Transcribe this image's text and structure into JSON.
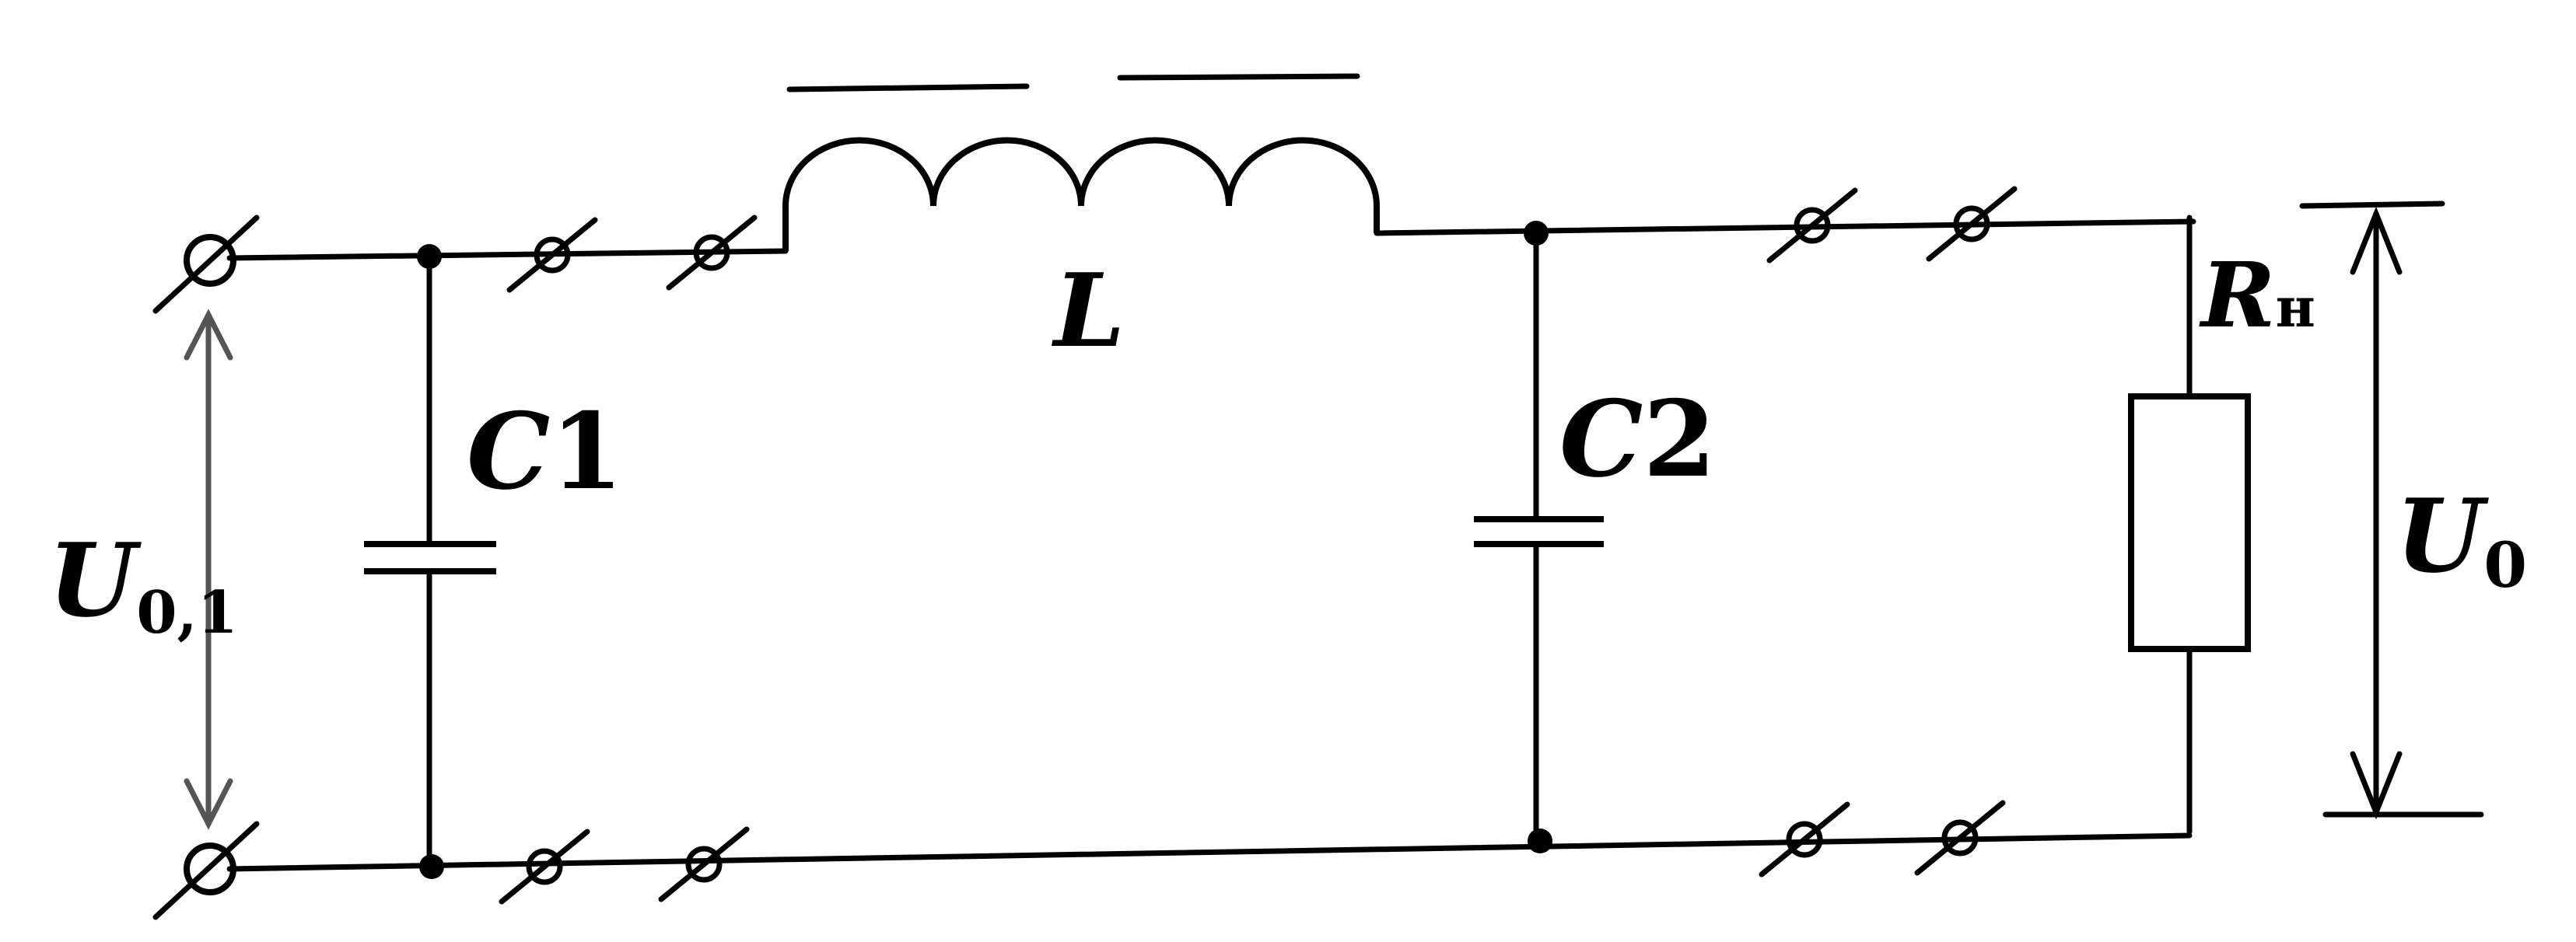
{
  "labels": {
    "inductor": "L",
    "cap1_letter": "C",
    "cap1_num": "1",
    "cap2_letter": "C",
    "cap2_num": "2",
    "load_letter": "R",
    "load_sub": "н",
    "input_voltage": "U",
    "input_voltage_sub": "0,1",
    "output_voltage": "U",
    "output_voltage_sub": "0"
  },
  "colors": {
    "ink": "#000000",
    "background": "#ffffff"
  }
}
